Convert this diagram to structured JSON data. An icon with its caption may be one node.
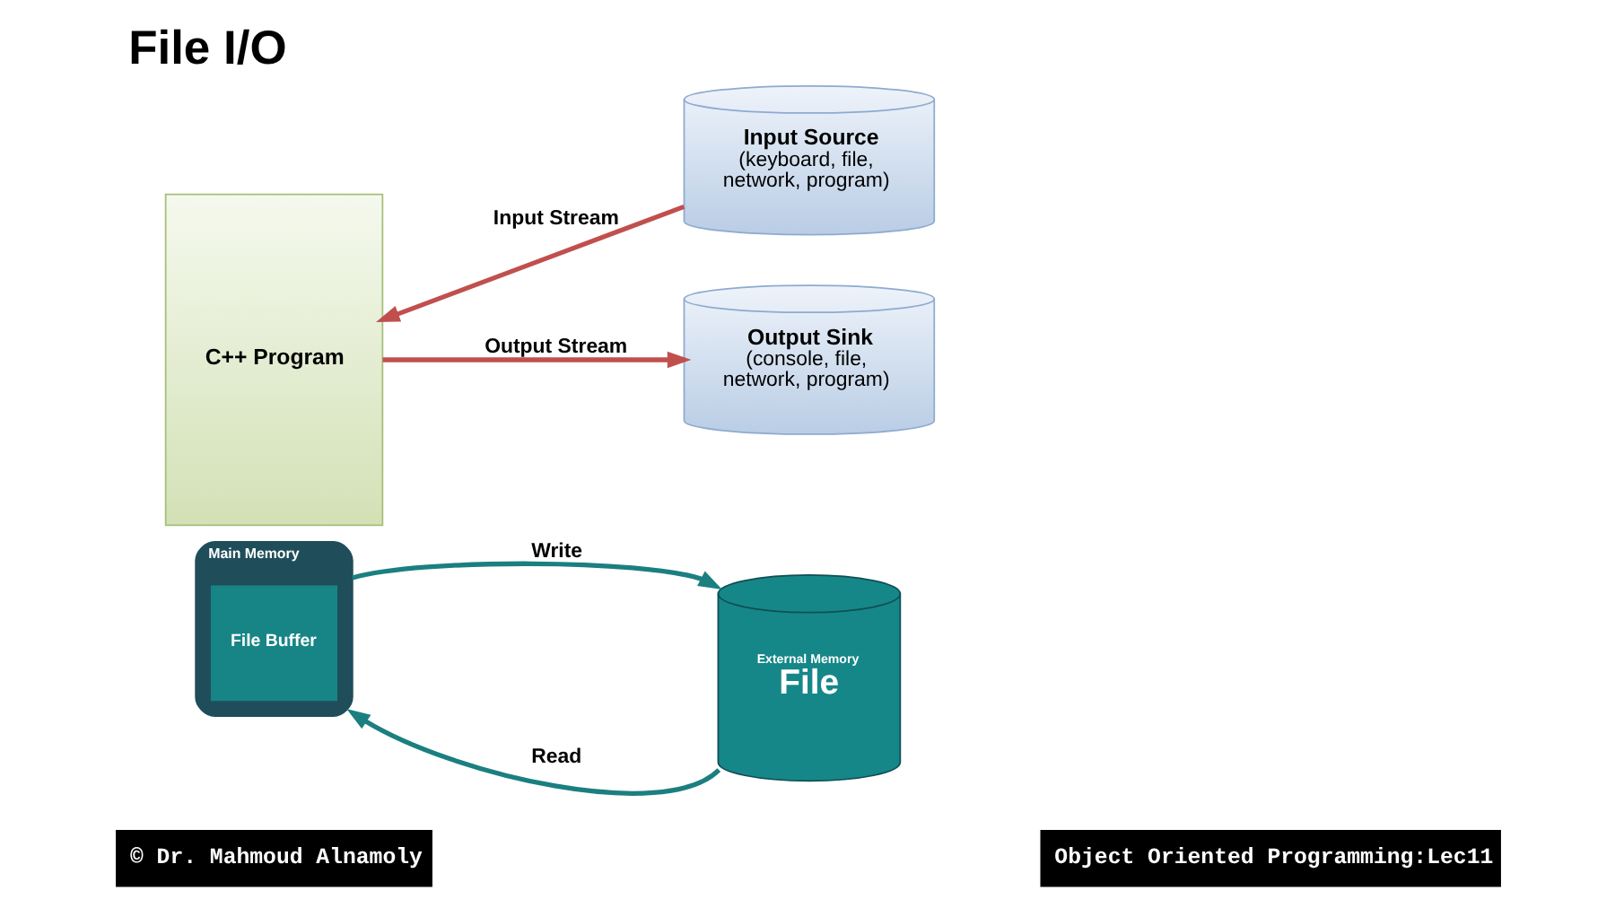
{
  "diagram": {
    "title": "File I/O",
    "nodes": [
      {
        "text": [
          "C++ Program"
        ]
      },
      {
        "text": [
          "Input Source",
          "(keyboard, file, network, program)"
        ]
      },
      {
        "text": [
          "Output Sink",
          "(console, file, network, program)"
        ]
      },
      {
        "text": [
          "Main Memory"
        ]
      },
      {
        "text": [
          "File Buffer"
        ],
        "in": 3
      },
      {
        "text": [
          "External Memory",
          "File"
        ]
      }
    ],
    "edges": [
      {
        "from": 1,
        "to": 0,
        "arrow": "to",
        "label": "Input Stream",
        "color": "#c0504d"
      },
      {
        "from": 0,
        "to": 2,
        "arrow": "to",
        "label": "Output Stream",
        "color": "#c0504d"
      },
      {
        "from": 3,
        "to": 5,
        "arrow": "to",
        "label": "Write",
        "color": "#1b7f80"
      },
      {
        "from": 5,
        "to": 3,
        "arrow": "to",
        "label": "Read",
        "color": "#1b7f80"
      }
    ],
    "labels": [
      "© Dr. Mahmoud Alnamoly",
      "Object Oriented Programming:Lec11"
    ]
  }
}
